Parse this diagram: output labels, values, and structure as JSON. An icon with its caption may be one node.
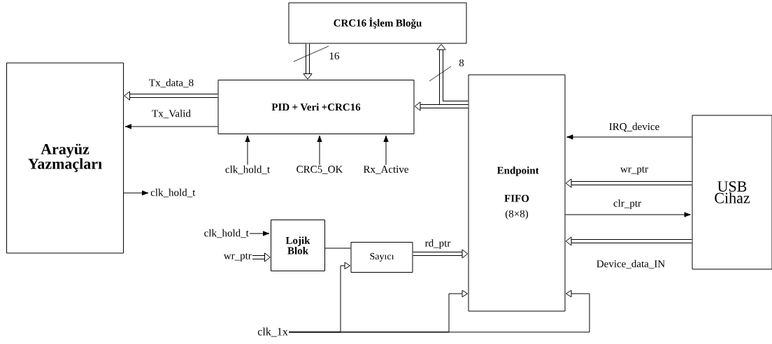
{
  "diagram": {
    "nodes": [
      {
        "text": [
          "CRC16 İşlem Bloğu"
        ]
      },
      {
        "text": [
          "PID + Veri +CRC16"
        ]
      },
      {
        "text": [
          "Arayüz Yazmaçları"
        ]
      },
      {
        "text": [
          "Endpoint FIFO",
          "(8×8)"
        ]
      },
      {
        "text": [
          "USB Cihaz"
        ]
      },
      {
        "text": [
          "Lojik Blok"
        ]
      },
      {
        "text": [
          "Sayıcı"
        ]
      },
      {
        "text": [
          "clk_hold_t"
        ]
      },
      {
        "text": [
          "CRC5_OK"
        ]
      },
      {
        "text": [
          "Rx_Active"
        ]
      },
      {
        "text": [
          "clk_hold_t"
        ]
      },
      {
        "text": [
          "clk_hold_t"
        ]
      },
      {
        "text": [
          "wr_ptr"
        ]
      },
      {
        "text": [
          "clk_1x"
        ]
      }
    ],
    "edges": [
      {
        "from": 0,
        "to": 1,
        "arrow": "to",
        "style": "thick",
        "label": "16"
      },
      {
        "from": 3,
        "to": 0,
        "arrow": "to",
        "style": "thick",
        "label": "8"
      },
      {
        "from": 3,
        "to": 1,
        "arrow": "to",
        "style": "thick"
      },
      {
        "from": 1,
        "to": 2,
        "arrow": "to",
        "style": "thick",
        "label": "Tx_data_8"
      },
      {
        "from": 1,
        "to": 2,
        "arrow": "to",
        "label": "Tx_Valid"
      },
      {
        "from": 7,
        "to": 1,
        "arrow": "to"
      },
      {
        "from": 8,
        "to": 1,
        "arrow": "to"
      },
      {
        "from": 9,
        "to": 1,
        "arrow": "to"
      },
      {
        "from": 2,
        "to": 10,
        "arrow": "to"
      },
      {
        "from": 11,
        "to": 5,
        "arrow": "to"
      },
      {
        "from": 12,
        "to": 5,
        "arrow": "to",
        "style": "thick"
      },
      {
        "from": 5,
        "to": 6,
        "arrow": "none"
      },
      {
        "from": 6,
        "to": 3,
        "arrow": "to",
        "style": "thick",
        "label": "rd_ptr"
      },
      {
        "from": 4,
        "to": 3,
        "arrow": "to",
        "label": "IRQ_device"
      },
      {
        "from": 4,
        "to": 3,
        "arrow": "to",
        "style": "thick",
        "label": "wr_ptr"
      },
      {
        "from": 3,
        "to": 4,
        "arrow": "to",
        "label": "clr_ptr"
      },
      {
        "from": 4,
        "to": 3,
        "arrow": "to",
        "style": "thick",
        "label": "Device_data_IN"
      },
      {
        "from": 13,
        "to": 6,
        "arrow": "to"
      },
      {
        "from": 13,
        "to": 3,
        "arrow": "to"
      },
      {
        "from": 13,
        "to": 3,
        "arrow": "to"
      }
    ]
  }
}
